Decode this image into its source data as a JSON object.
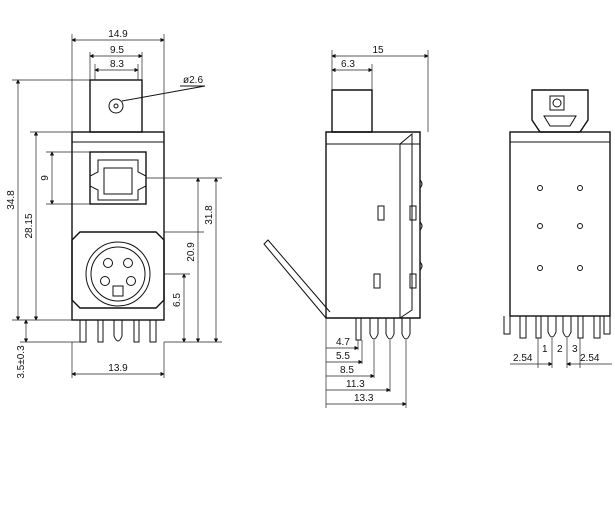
{
  "front_view": {
    "dims": {
      "overall_width": "14.9",
      "upper_width": "9.5",
      "inner_width": "8.3",
      "hole_dia": "ø2.6",
      "overall_height": "34.8",
      "body_height": "28.15",
      "optical_height": "9",
      "height_318": "31.8",
      "height_209": "20.9",
      "height_65": "6.5",
      "pin_length": "3.5±0.3",
      "base_width": "13.9"
    }
  },
  "side_view": {
    "dims": {
      "depth": "15",
      "tab_depth": "6.3",
      "pin_47": "4.7",
      "pin_55": "5.5",
      "pin_85": "8.5",
      "pin_113": "11.3",
      "pin_133": "13.3"
    }
  },
  "rear_view": {
    "dims": {
      "pitch_left": "2.54",
      "pitch_right": "2.54",
      "pin1": "1",
      "pin2": "2",
      "pin3": "3"
    }
  }
}
